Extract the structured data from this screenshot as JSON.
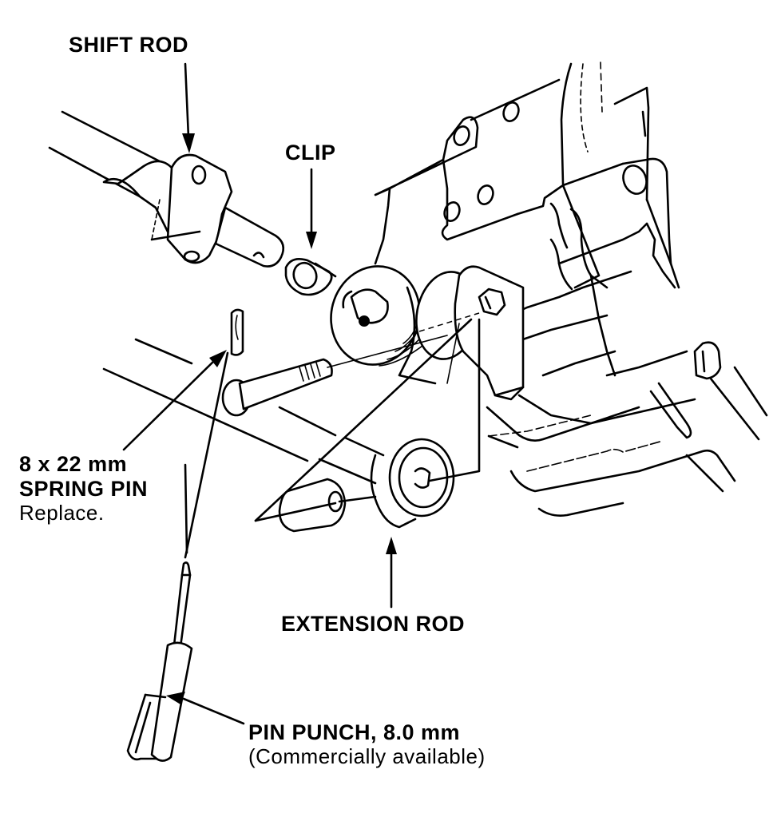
{
  "figure": {
    "type": "service-manual exploded illustration",
    "subject": "Shift rod to extension rod connection"
  },
  "labels": {
    "shift_rod": "SHIFT ROD",
    "clip": "CLIP",
    "spring_pin": {
      "size": "8 x 22 mm",
      "name": "SPRING PIN",
      "note": "Replace."
    },
    "extension_rod": "EXTENSION ROD",
    "pin_punch": {
      "name": "PIN PUNCH, 8.0 mm",
      "note": "(Commercially available)"
    }
  },
  "colors": {
    "ink": "#000000",
    "paper": "#ffffff"
  }
}
